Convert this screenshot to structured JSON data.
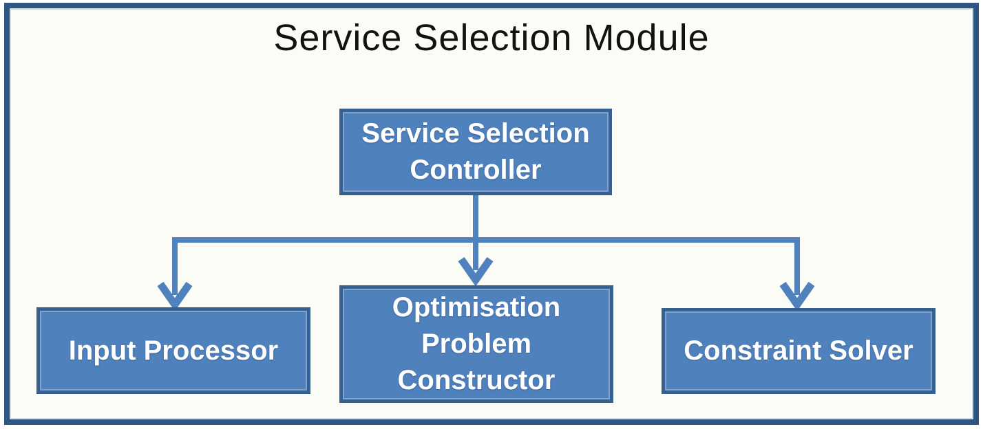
{
  "diagram": {
    "title": "Service Selection Module",
    "nodes": [
      {
        "id": "service-selection-controller",
        "label": "Service Selection Controller",
        "lines": [
          "Service Selection",
          "Controller"
        ]
      },
      {
        "id": "input-processor",
        "label": "Input Processor",
        "lines": [
          "Input Processor"
        ]
      },
      {
        "id": "optimisation-problem-constructor",
        "label": "Optimisation Problem Constructor",
        "lines": [
          "Optimisation",
          "Problem",
          "Constructor"
        ]
      },
      {
        "id": "constraint-solver",
        "label": "Constraint Solver",
        "lines": [
          "Constraint Solver"
        ]
      }
    ],
    "edges": [
      {
        "from": "service-selection-controller",
        "to": "input-processor"
      },
      {
        "from": "service-selection-controller",
        "to": "optimisation-problem-constructor"
      },
      {
        "from": "service-selection-controller",
        "to": "constraint-solver"
      }
    ],
    "colors": {
      "node_fill": "#4f81bd",
      "node_border": "#36608f",
      "frame_border": "#2e5681",
      "connector": "#4f81bd",
      "node_text": "#ffffff",
      "title_text": "#121212",
      "background": "#fcfcf6"
    }
  }
}
